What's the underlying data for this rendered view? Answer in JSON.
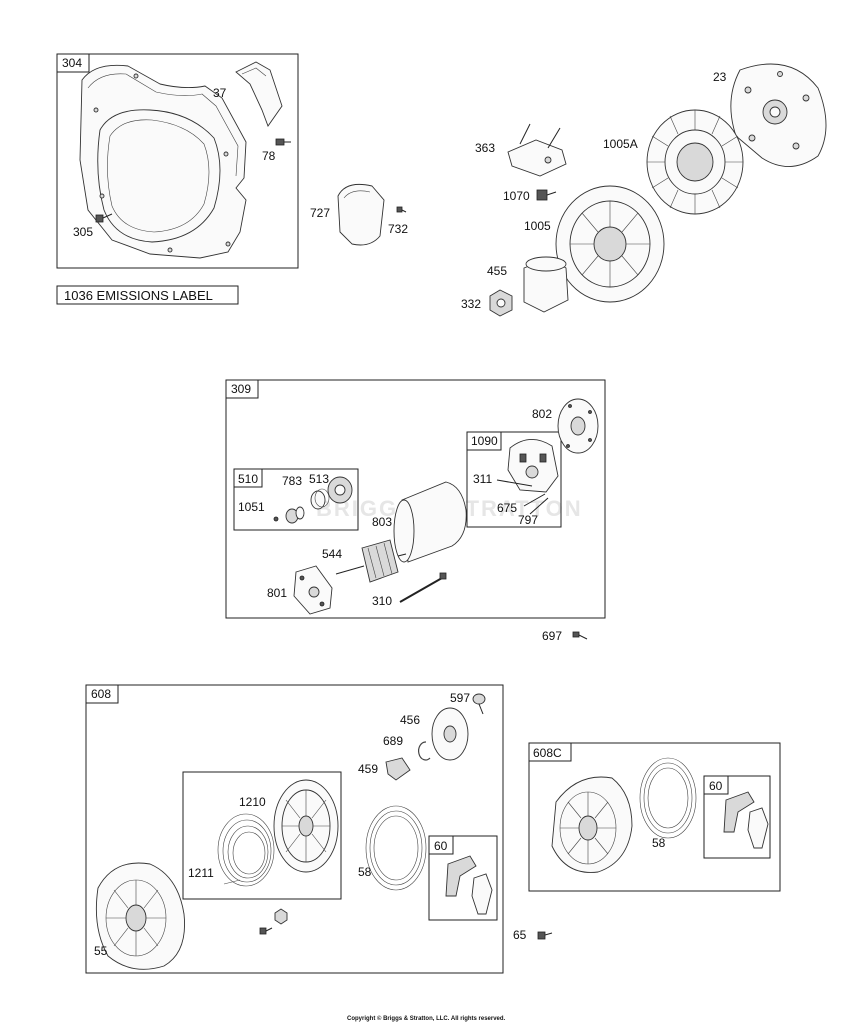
{
  "diagram": {
    "groups": {
      "g304": "304",
      "g309": "309",
      "g510": "510",
      "g1090": "1090",
      "g608": "608",
      "g60a": "60",
      "g608c": "608C",
      "g60b": "60"
    },
    "emissions_label": "1036 EMISSIONS LABEL",
    "parts": {
      "p37": "37",
      "p78": "78",
      "p305": "305",
      "p727": "727",
      "p732": "732",
      "p363": "363",
      "p1005a": "1005A",
      "p23": "23",
      "p1070": "1070",
      "p1005": "1005",
      "p455": "455",
      "p332": "332",
      "p802": "802",
      "p311": "311",
      "p675": "675",
      "p797": "797",
      "p783": "783",
      "p513": "513",
      "p1051": "1051",
      "p803": "803",
      "p544": "544",
      "p801": "801",
      "p310": "310",
      "p697": "697",
      "p597": "597",
      "p456": "456",
      "p689": "689",
      "p459": "459",
      "p1210": "1210",
      "p1211": "1211",
      "p58a": "58",
      "p55": "55",
      "p65": "65",
      "p58b": "58"
    },
    "watermark": "BRIGGS & STRATTON",
    "copyright": "Copyright © Briggs & Stratton, LLC. All rights reserved."
  }
}
